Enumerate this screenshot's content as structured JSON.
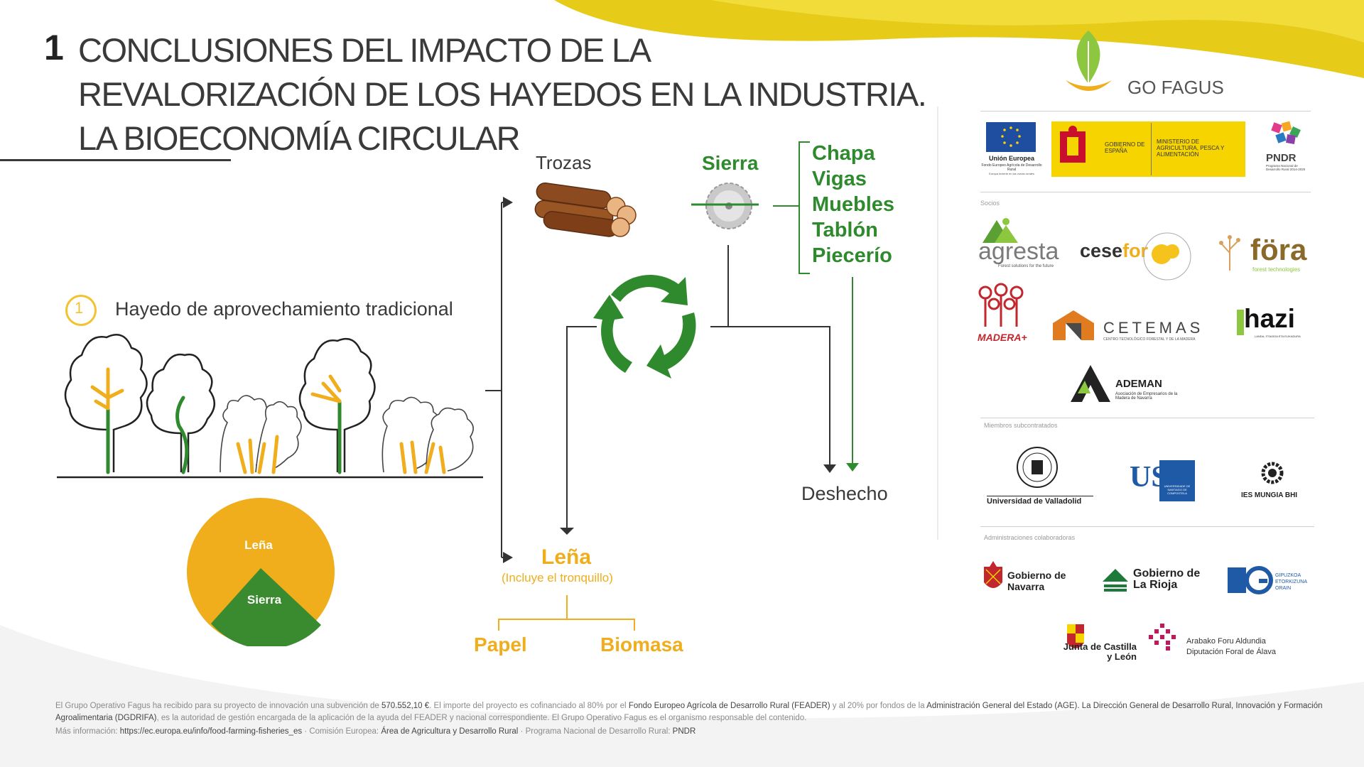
{
  "title": {
    "number": "1",
    "text": "CONCLUSIONES DEL IMPACTO DE LA REVALORIZACIÓN DE LOS HAYEDOS EN LA INDUSTRIA. LA BIOECONOMÍA CIRCULAR"
  },
  "forest": {
    "number": "1",
    "label": "Hayedo de aprovechamiento tradicional"
  },
  "pie": {
    "slices": [
      {
        "label": "Leña",
        "color": "#f0ad1c"
      },
      {
        "label": "Sierra",
        "color": "#3a8a2f"
      }
    ]
  },
  "flow": {
    "trozas": "Trozas",
    "sierra": "Sierra",
    "products": [
      "Chapa",
      "Vigas",
      "Muebles",
      "Tablón",
      "Piecerío"
    ],
    "deshecho": "Deshecho",
    "lena": "Leña",
    "lena_note": "(Incluye el tronquillo)",
    "papel": "Papel",
    "biomasa": "Biomasa"
  },
  "brand": {
    "go_fagus": "GO FAGUS",
    "eu_text": "Unión Europea",
    "eu_sub": "Fondo Europeo Agrícola de Desarrollo Rural",
    "eu_sub2": "Europa invierte en las zonas rurales",
    "gob_esp": "GOBIERNO DE ESPAÑA",
    "ministerio": "MINISTERIO DE AGRICULTURA, PESCA Y ALIMENTACIÓN",
    "pndr": "PNDR",
    "pndr_sub": "Programa Nacional de Desarrollo Rural 2014-2020"
  },
  "sections": {
    "socios": "Socios",
    "subcontratados": "Miembros subcontratados",
    "administraciones": "Administraciones colaboradoras"
  },
  "socios": {
    "agresta": "agresta",
    "agresta_sub": "Forest solutions for the future",
    "cesefor_a": "cese",
    "cesefor_b": "for",
    "fora": "föra",
    "fora_sub": "forest technologies",
    "madera": "MADERA+",
    "cetemas": "CETEMAS",
    "cetemas_sub": "CENTRO TECNOLÓGICO FORESTAL Y DE LA MADERA",
    "hazi": "hazi",
    "hazi_sub": "LANDA, ITSASOA ETA ELIKADURA",
    "ademan": "ADEMAN",
    "ademan_sub": "Asociación de Empresarios de la Madera de Navarra"
  },
  "subcontratados": {
    "uva": "Universidad de Valladolid",
    "usc": "USC",
    "usc_sub": "UNIVERSIDADE DE SANTIAGO DE COMPOSTELA",
    "ies": "IES MUNGIA BHI"
  },
  "admins": {
    "navarra": "Gobierno de Navarra",
    "rioja": "Gobierno de La Rioja",
    "gipuzkoa": "GIPUZKOA ETORKIZUNA ORAIN",
    "castilla": "Junta de Castilla y León",
    "alava1": "Arabako Foru Aldundia",
    "alava2": "Diputación Foral de Álava"
  },
  "footer": {
    "line1_a": "El Grupo Operativo Fagus ha recibido para su proyecto de innovación una subvención de ",
    "amount": "570.552,10 €",
    "line1_b": ". El importe del proyecto es cofinanciado al 80% por el ",
    "feader": "Fondo Europeo Agrícola de Desarrollo Rural (FEADER)",
    "line1_c": " y al 20% por fondos de la ",
    "age": "Administración General del Estado (AGE). La Dirección General de Desarrollo Rural, Innovación y Formación Agroalimentaria (DGDRIFA)",
    "line1_d": ", es la autoridad de gestión encargada de la aplicación de la ayuda del FEADER y nacional correspondiente. El Grupo Operativo Fagus es el organismo responsable del contenido.",
    "mas_info": "Más información: ",
    "url": "https://ec.europa.eu/info/food-farming-fisheries_es",
    "sep1": " · Comisión Europea: ",
    "area": "Área de Agricultura y Desarrollo Rural",
    "sep2": " · Programa Nacional de Desarrollo Rural: ",
    "pndr": "PNDR"
  }
}
